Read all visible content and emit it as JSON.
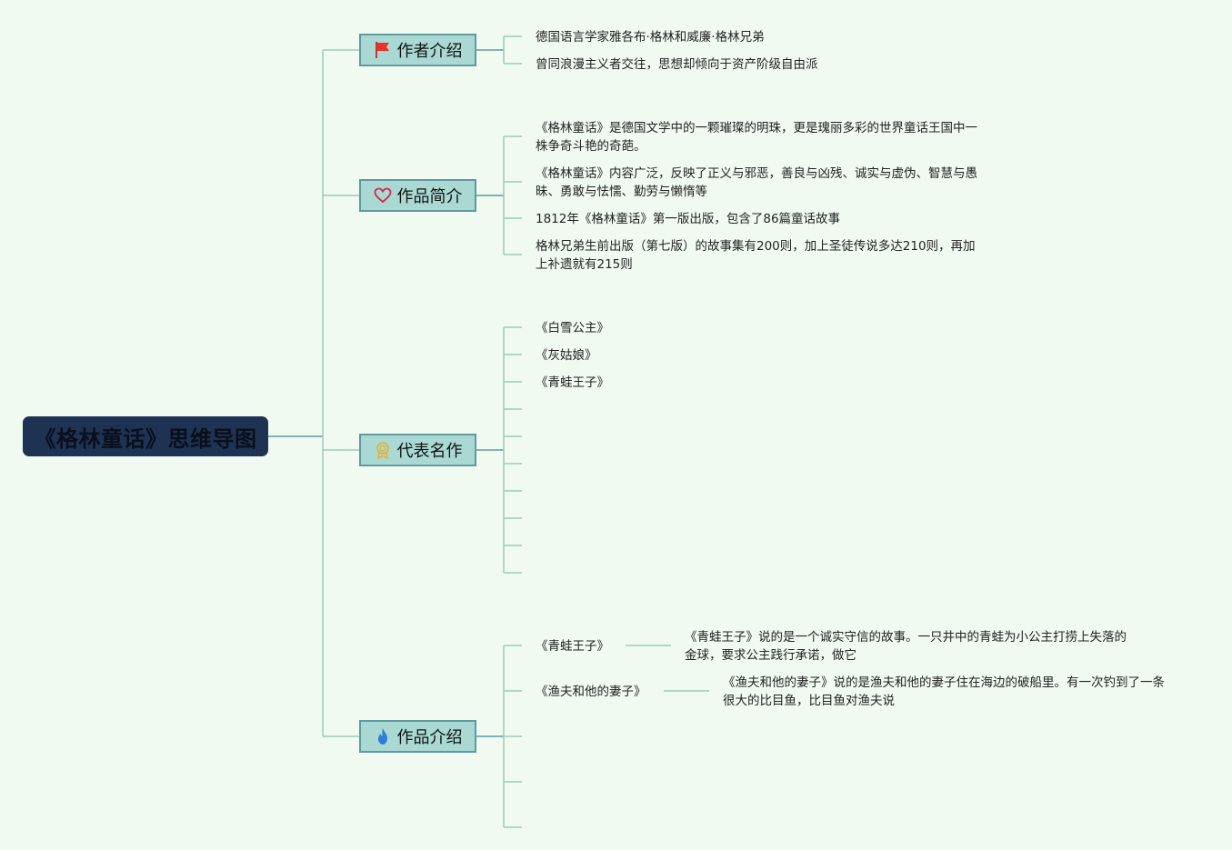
{
  "root": {
    "title": "《格林童话》思维导图"
  },
  "branches": [
    {
      "label": "作者介绍",
      "icon": "red-flag-icon",
      "items": [
        "德国语言学家雅各布·格林和威廉·格林兄弟",
        "曾同浪漫主义者交往，思想却倾向于资产阶级自由派"
      ]
    },
    {
      "label": "作品简介",
      "icon": "heart-icon",
      "items": [
        "《格林童话》是德国文学中的一颗璀璨的明珠，更是瑰丽多彩的世界童话王国中一株争奇斗艳的奇葩。",
        "《格林童话》内容广泛，反映了正义与邪恶，善良与凶残、诚实与虚伪、智慧与愚昧、勇敢与怯懦、勤劳与懒惰等",
        "1812年《格林童话》第一版出版，包含了86篇童话故事",
        "格林兄弟生前出版（第七版）的故事集有200则，加上圣徒传说多达210则，再加上补遗就有215则"
      ]
    },
    {
      "label": "代表名作",
      "icon": "award-ribbon-icon",
      "items": [
        "《白雪公主》",
        "《灰姑娘》",
        "《青蛙王子》",
        "",
        "",
        "",
        "",
        "",
        "",
        ""
      ]
    },
    {
      "label": "作品介绍",
      "icon": "flame-icon",
      "items": [
        {
          "title": "《青蛙王子》",
          "detail": "《青蛙王子》说的是一个诚实守信的故事。一只井中的青蛙为小公主打捞上失落的金球，要求公主践行承诺，做它"
        },
        {
          "title": "《渔夫和他的妻子》",
          "detail": "《渔夫和他的妻子》说的是渔夫和他的妻子住在海边的破船里。有一次钓到了一条很大的比目鱼，比目鱼对渔夫说"
        },
        {
          "title": "",
          "detail": ""
        },
        {
          "title": "",
          "detail": ""
        },
        {
          "title": "",
          "detail": ""
        }
      ]
    }
  ],
  "colors": {
    "background": "#f0faf0",
    "root_fill": "#1e3354",
    "branch_fill": "#aad9d4",
    "branch_border": "#5f9aa0",
    "connector": "#5f9aa0",
    "leaf_connector": "#9ccbb8"
  }
}
